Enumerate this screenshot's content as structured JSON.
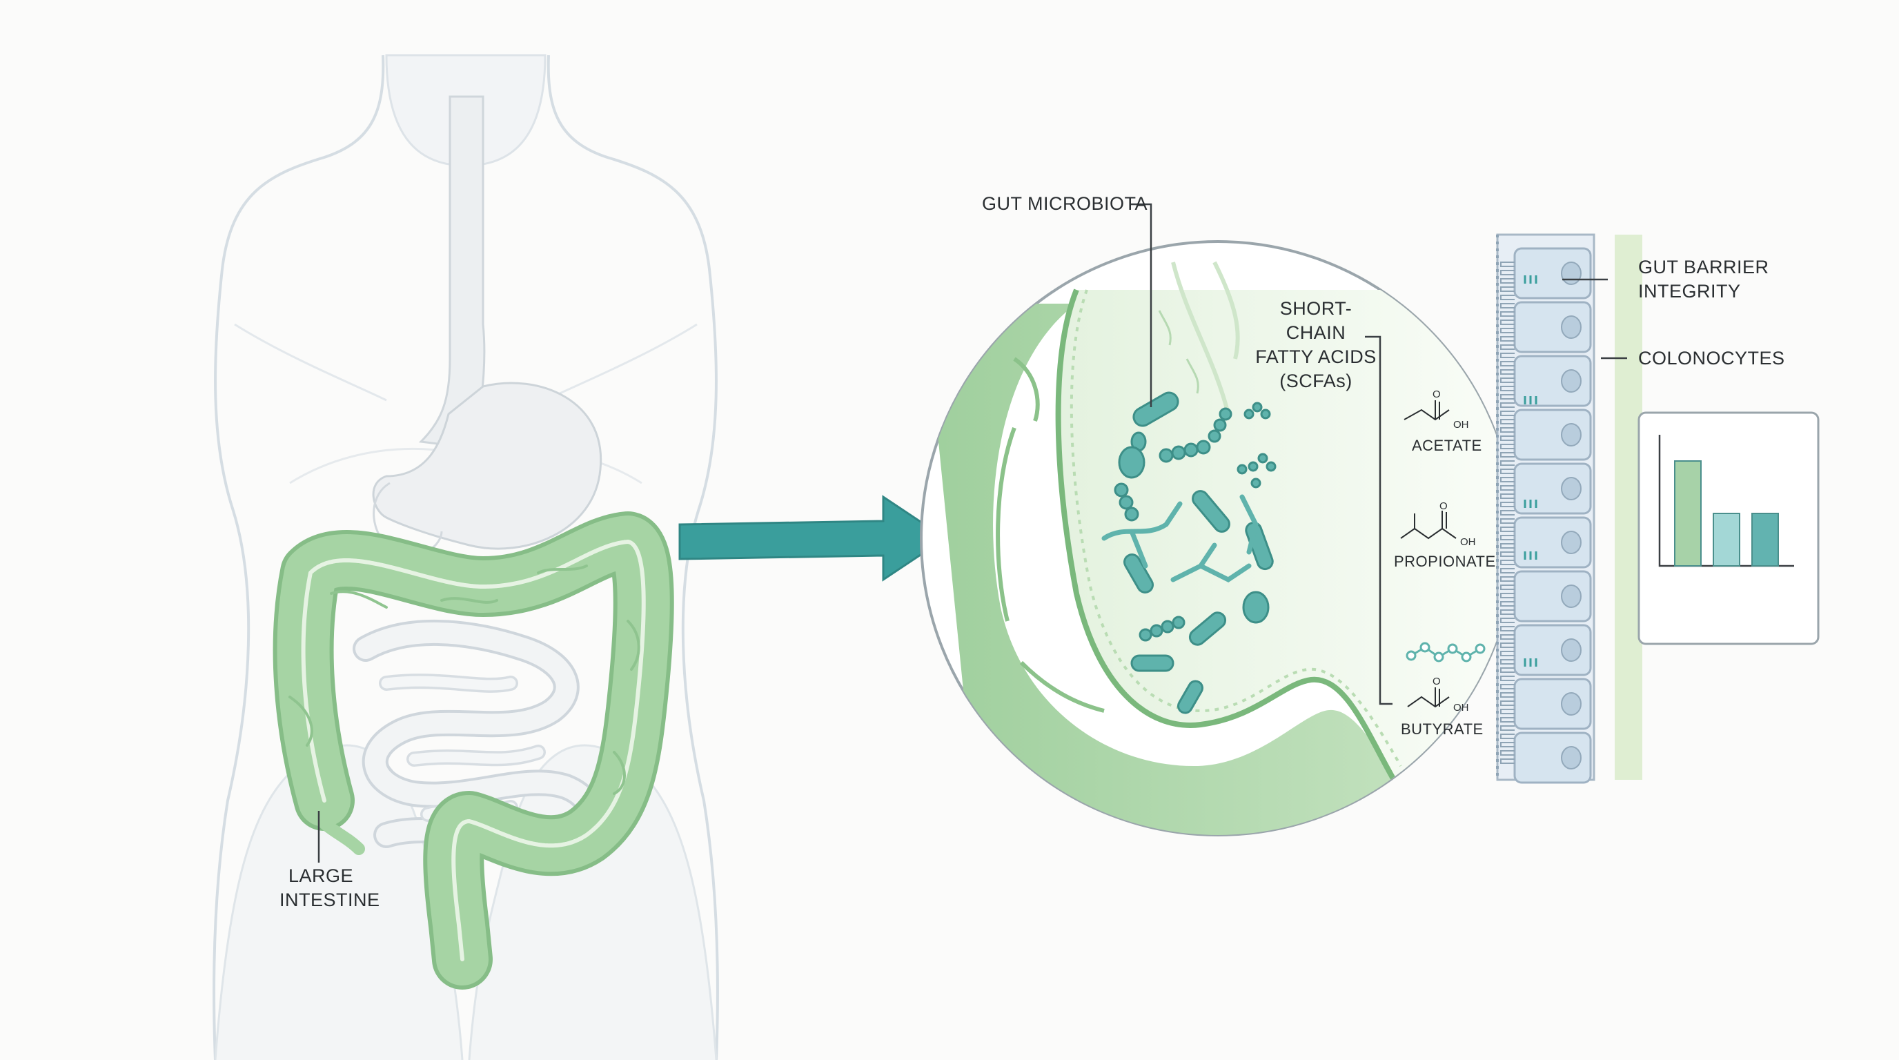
{
  "labels": {
    "large_intestine": [
      "LARGE",
      "INTESTINE"
    ],
    "gut_microbiota": "GUT MICROBIOTA",
    "scfa": [
      "SHORT-CHAIN",
      "FATTY ACIDS",
      "(SCFAs)"
    ],
    "acetate": "ACETATE",
    "propionate": "PROPIONATE",
    "butyrate": "BUTYRATE",
    "gut_barrier": [
      "GUT BARRIER",
      "INTEGRITY"
    ],
    "colonocytes": "COLONOCYTES",
    "chem_oh": "OH",
    "chem_o": "O"
  },
  "inset_chart": {
    "type": "bar",
    "values": [
      0.6,
      0.3,
      0.3
    ],
    "colors": [
      "#a7d2a8",
      "#a3d7d6",
      "#62b3b0"
    ]
  },
  "colors": {
    "colon_green": "#a6d4a4",
    "teal_arrow": "#3a9e9c",
    "bacteria_teal": "#5fb3ac",
    "colonocyte_blue": "#d6e4ef",
    "body_outline": "#d5dde3"
  }
}
